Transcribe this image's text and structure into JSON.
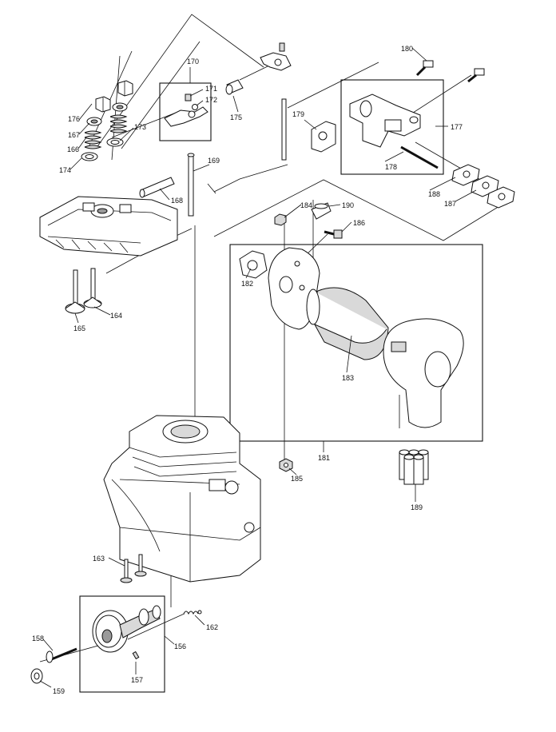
{
  "labels": {
    "p156": "156",
    "p157": "157",
    "p158": "158",
    "p159": "159",
    "p162": "162",
    "p163": "163",
    "p164": "164",
    "p165": "165",
    "p166": "166",
    "p167": "167",
    "p168": "168",
    "p169": "169",
    "p170": "170",
    "p171": "171",
    "p172": "172",
    "p173": "173",
    "p174": "174",
    "p175": "175",
    "p176": "176",
    "p177": "177",
    "p178": "178",
    "p179": "179",
    "p180": "180",
    "p181": "181",
    "p182": "182",
    "p183": "183",
    "p184": "184",
    "p185": "185",
    "p186": "186",
    "p187": "187",
    "p188": "188",
    "p189": "189",
    "p190": "190"
  }
}
